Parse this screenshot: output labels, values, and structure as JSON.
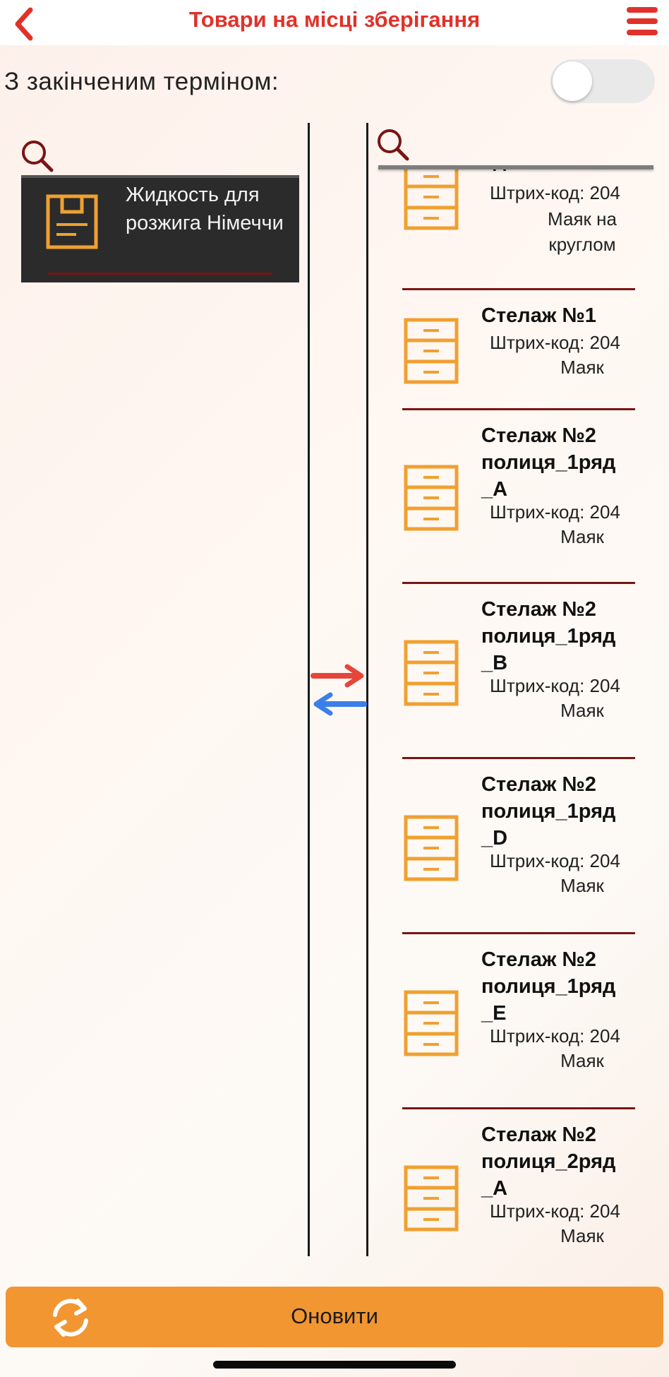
{
  "header": {
    "title": "Товари на місці зберігання",
    "back_icon": "chevron-left-icon",
    "menu_icon": "hamburger-icon"
  },
  "filter": {
    "expired_label": "З закінченим терміном:",
    "expired_enabled": false
  },
  "products": [
    {
      "name": "Жидкость для\nрозжига Німеччи",
      "icon": "box-icon"
    }
  ],
  "locations": [
    {
      "name": "ядо",
      "barcode": "Штрих-код: 204",
      "beacon": "Маяк на\nкруглом",
      "icon": "cabinet-icon"
    },
    {
      "name": "Стелаж №1",
      "barcode": "Штрих-код: 204",
      "beacon": "Маяк",
      "icon": "cabinet-icon"
    },
    {
      "name": "Стелаж №2\nполиця_1ряд\n_А",
      "barcode": "Штрих-код: 204",
      "beacon": "Маяк",
      "icon": "cabinet-icon"
    },
    {
      "name": "Стелаж №2\nполиця_1ряд\n_B",
      "barcode": "Штрих-код: 204",
      "beacon": "Маяк",
      "icon": "cabinet-icon"
    },
    {
      "name": "Стелаж №2\nполиця_1ряд\n_D",
      "barcode": "Штрих-код: 204",
      "beacon": "Маяк",
      "icon": "cabinet-icon"
    },
    {
      "name": "Стелаж №2\nполиця_1ряд\n_E",
      "barcode": "Штрих-код: 204",
      "beacon": "Маяк",
      "icon": "cabinet-icon"
    },
    {
      "name": "Стелаж №2\nполиця_2ряд\n_А",
      "barcode": "Штрих-код: 204",
      "beacon": "Маяк",
      "icon": "cabinet-icon"
    }
  ],
  "footer": {
    "refresh_label": "Оновити",
    "refresh_icon": "refresh-icon"
  },
  "colors": {
    "accent": "#e0322a",
    "button": "#f29631",
    "icon_orange": "#f0a030",
    "separator": "#7a1414",
    "arrow_red": "#e5463a",
    "arrow_blue": "#3b7fe8"
  }
}
